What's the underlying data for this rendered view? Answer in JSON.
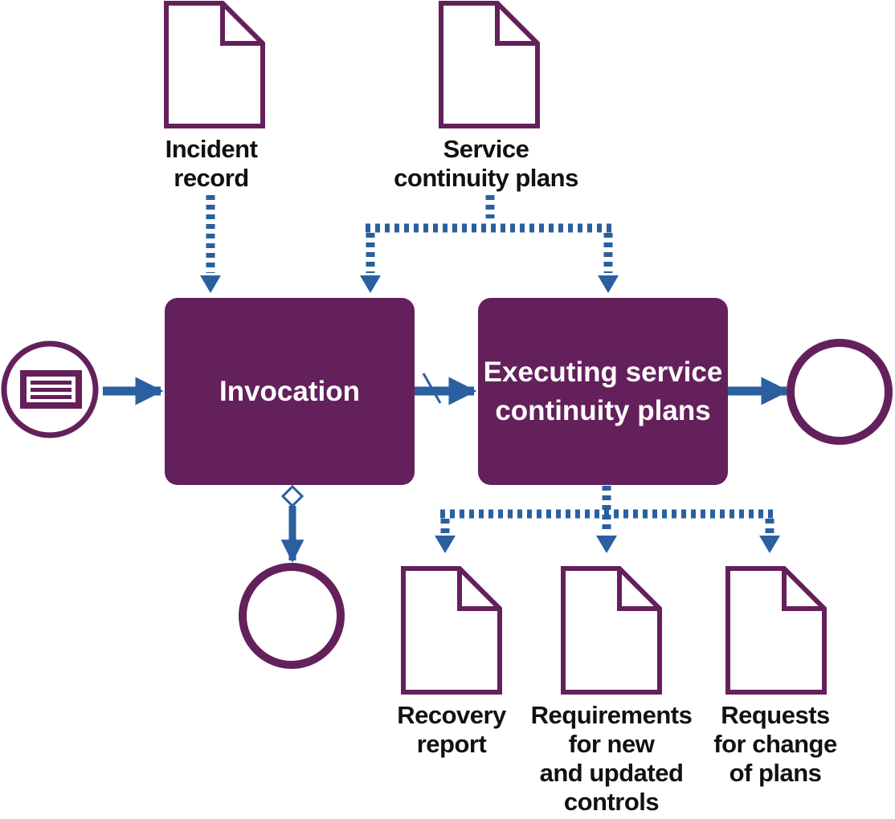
{
  "colors": {
    "process_fill": "#64205a",
    "document_stroke": "#64205a",
    "connector": "#2a5fa0",
    "event_stroke": "#64205a",
    "text": "#111111",
    "box_text": "#ffffff"
  },
  "start_event": {
    "icon": "message-start-event-icon"
  },
  "end_events": [
    {
      "icon": "end-event-icon"
    },
    {
      "icon": "end-event-icon"
    }
  ],
  "processes": {
    "invocation": {
      "lines": [
        "Invocation"
      ]
    },
    "executing": {
      "lines": [
        "Executing service",
        "continuity plans"
      ]
    }
  },
  "inputs": {
    "incident_record": {
      "lines": [
        "Incident",
        "record"
      ],
      "icon": "document-icon"
    },
    "service_continuity_plans": {
      "lines": [
        "Service",
        "continuity plans"
      ],
      "icon": "document-icon"
    }
  },
  "outputs": [
    {
      "lines": [
        "Recovery",
        "report"
      ],
      "icon": "document-icon"
    },
    {
      "lines": [
        "Requirements",
        "for new",
        "and updated",
        "controls"
      ],
      "icon": "document-icon"
    },
    {
      "lines": [
        "Requests",
        "for change",
        "of plans"
      ],
      "icon": "document-icon"
    }
  ]
}
